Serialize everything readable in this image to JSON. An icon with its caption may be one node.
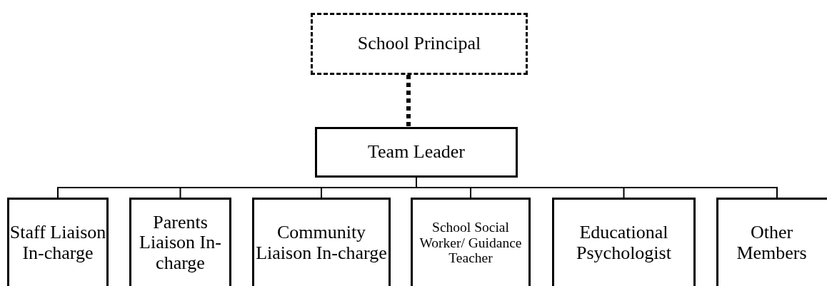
{
  "diagram": {
    "nodes": [
      {
        "text": [
          "School Principal"
        ]
      },
      {
        "text": [
          "Team Leader"
        ]
      },
      {
        "text": [
          "Staff Liaison In-charge"
        ]
      },
      {
        "text": [
          "Parents Liaison In-charge"
        ]
      },
      {
        "text": [
          "Community Liaison In-charge"
        ]
      },
      {
        "text": [
          "School Social Worker/ Guidance Teacher"
        ]
      },
      {
        "text": [
          "Educational Psychologist"
        ]
      },
      {
        "text": [
          "Other Members"
        ]
      }
    ],
    "edges": [
      {
        "from": 0,
        "to": 1,
        "arrow": "none",
        "style": "dashed"
      },
      {
        "from": 1,
        "to": 2,
        "arrow": "none"
      },
      {
        "from": 1,
        "to": 3,
        "arrow": "none"
      },
      {
        "from": 1,
        "to": 4,
        "arrow": "none"
      },
      {
        "from": 1,
        "to": 5,
        "arrow": "none"
      },
      {
        "from": 1,
        "to": 6,
        "arrow": "none"
      },
      {
        "from": 1,
        "to": 7,
        "arrow": "none"
      }
    ]
  }
}
